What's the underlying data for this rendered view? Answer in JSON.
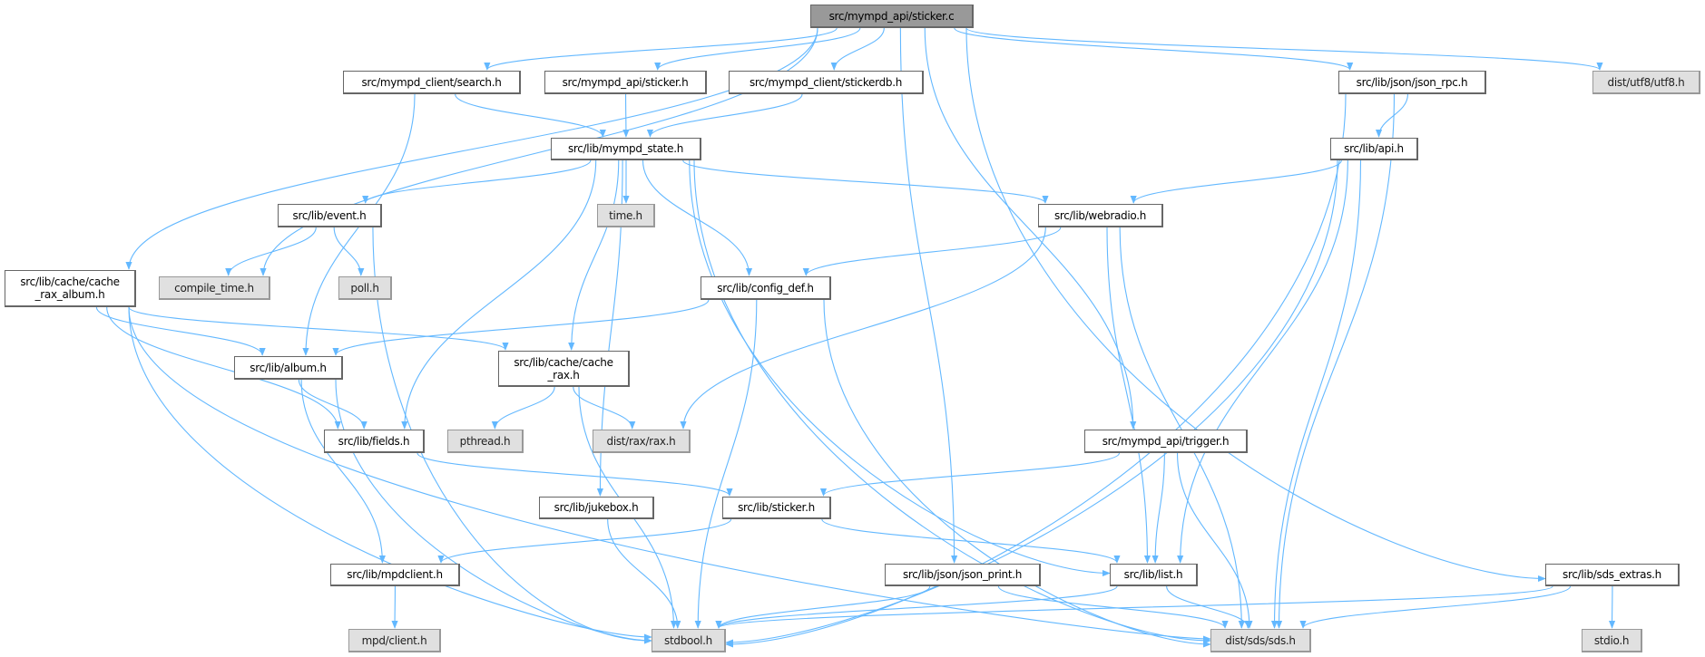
{
  "title": "src/mympd_api/sticker.c",
  "colors": {
    "edge": "#63b8ff",
    "root_fill": "#999999",
    "external_fill": "#e0e0e0",
    "node_fill": "#ffffff",
    "border": "#666666"
  },
  "nodes": {
    "sticker_c": {
      "label": "src/mympd_api/sticker.c",
      "kind": "root"
    },
    "search_h": {
      "label": "src/mympd_client/search.h",
      "kind": "local"
    },
    "api_sticker_h": {
      "label": "src/mympd_api/sticker.h",
      "kind": "local"
    },
    "stickerdb_h": {
      "label": "src/mympd_client/stickerdb.h",
      "kind": "local"
    },
    "json_rpc_h": {
      "label": "src/lib/json/json_rpc.h",
      "kind": "local"
    },
    "utf8_h": {
      "label": "dist/utf8/utf8.h",
      "kind": "external"
    },
    "mympd_state_h": {
      "label": "src/lib/mympd_state.h",
      "kind": "local"
    },
    "api_h": {
      "label": "src/lib/api.h",
      "kind": "local"
    },
    "event_h": {
      "label": "src/lib/event.h",
      "kind": "local"
    },
    "time_h": {
      "label": "time.h",
      "kind": "external"
    },
    "webradio_h": {
      "label": "src/lib/webradio.h",
      "kind": "local"
    },
    "cache_rax_album_h": {
      "label": "src/lib/cache/cache\n_rax_album.h",
      "kind": "local"
    },
    "compile_time_h": {
      "label": "compile_time.h",
      "kind": "external"
    },
    "poll_h": {
      "label": "poll.h",
      "kind": "external"
    },
    "config_def_h": {
      "label": "src/lib/config_def.h",
      "kind": "local"
    },
    "album_h": {
      "label": "src/lib/album.h",
      "kind": "local"
    },
    "cache_rax_h": {
      "label": "src/lib/cache/cache\n_rax.h",
      "kind": "local"
    },
    "fields_h": {
      "label": "src/lib/fields.h",
      "kind": "local"
    },
    "pthread_h": {
      "label": "pthread.h",
      "kind": "external"
    },
    "rax_h": {
      "label": "dist/rax/rax.h",
      "kind": "external"
    },
    "trigger_h": {
      "label": "src/mympd_api/trigger.h",
      "kind": "local"
    },
    "jukebox_h": {
      "label": "src/lib/jukebox.h",
      "kind": "local"
    },
    "lib_sticker_h": {
      "label": "src/lib/sticker.h",
      "kind": "local"
    },
    "mpdclient_h": {
      "label": "src/lib/mpdclient.h",
      "kind": "local"
    },
    "json_print_h": {
      "label": "src/lib/json/json_print.h",
      "kind": "local"
    },
    "list_h": {
      "label": "src/lib/list.h",
      "kind": "local"
    },
    "sds_extras_h": {
      "label": "src/lib/sds_extras.h",
      "kind": "local"
    },
    "client_h": {
      "label": "mpd/client.h",
      "kind": "external"
    },
    "stdbool_h": {
      "label": "stdbool.h",
      "kind": "external"
    },
    "sds_h": {
      "label": "dist/sds/sds.h",
      "kind": "external"
    },
    "stdio_h": {
      "label": "stdio.h",
      "kind": "external"
    }
  },
  "edges": [
    [
      "sticker_c",
      "cache_rax_album_h"
    ],
    [
      "sticker_c",
      "compile_time_h"
    ],
    [
      "sticker_c",
      "search_h"
    ],
    [
      "sticker_c",
      "api_sticker_h"
    ],
    [
      "sticker_c",
      "stickerdb_h"
    ],
    [
      "sticker_c",
      "json_print_h"
    ],
    [
      "sticker_c",
      "trigger_h"
    ],
    [
      "sticker_c",
      "json_rpc_h"
    ],
    [
      "sticker_c",
      "utf8_h"
    ],
    [
      "sticker_c",
      "sds_extras_h"
    ],
    [
      "search_h",
      "mympd_state_h"
    ],
    [
      "search_h",
      "album_h"
    ],
    [
      "api_sticker_h",
      "mympd_state_h"
    ],
    [
      "stickerdb_h",
      "mympd_state_h"
    ],
    [
      "mympd_state_h",
      "event_h"
    ],
    [
      "mympd_state_h",
      "time_h"
    ],
    [
      "mympd_state_h",
      "webradio_h"
    ],
    [
      "mympd_state_h",
      "config_def_h"
    ],
    [
      "mympd_state_h",
      "cache_rax_h"
    ],
    [
      "mympd_state_h",
      "fields_h"
    ],
    [
      "mympd_state_h",
      "jukebox_h"
    ],
    [
      "mympd_state_h",
      "list_h"
    ],
    [
      "mympd_state_h",
      "sds_h"
    ],
    [
      "json_rpc_h",
      "api_h"
    ],
    [
      "json_rpc_h",
      "stdbool_h"
    ],
    [
      "json_rpc_h",
      "sds_h"
    ],
    [
      "api_h",
      "webradio_h"
    ],
    [
      "api_h",
      "list_h"
    ],
    [
      "api_h",
      "stdbool_h"
    ],
    [
      "api_h",
      "sds_h"
    ],
    [
      "event_h",
      "compile_time_h"
    ],
    [
      "event_h",
      "poll_h"
    ],
    [
      "event_h",
      "stdbool_h"
    ],
    [
      "webradio_h",
      "config_def_h"
    ],
    [
      "webradio_h",
      "rax_h"
    ],
    [
      "webradio_h",
      "list_h"
    ],
    [
      "webradio_h",
      "sds_h"
    ],
    [
      "cache_rax_album_h",
      "album_h"
    ],
    [
      "cache_rax_album_h",
      "cache_rax_h"
    ],
    [
      "cache_rax_album_h",
      "fields_h"
    ],
    [
      "cache_rax_album_h",
      "stdbool_h"
    ],
    [
      "cache_rax_album_h",
      "sds_h"
    ],
    [
      "config_def_h",
      "album_h"
    ],
    [
      "config_def_h",
      "stdbool_h"
    ],
    [
      "config_def_h",
      "sds_h"
    ],
    [
      "album_h",
      "fields_h"
    ],
    [
      "album_h",
      "mpdclient_h"
    ],
    [
      "album_h",
      "stdbool_h"
    ],
    [
      "cache_rax_h",
      "pthread_h"
    ],
    [
      "cache_rax_h",
      "rax_h"
    ],
    [
      "cache_rax_h",
      "stdbool_h"
    ],
    [
      "fields_h",
      "lib_sticker_h"
    ],
    [
      "trigger_h",
      "lib_sticker_h"
    ],
    [
      "trigger_h",
      "list_h"
    ],
    [
      "trigger_h",
      "sds_h"
    ],
    [
      "jukebox_h",
      "stdbool_h"
    ],
    [
      "lib_sticker_h",
      "mpdclient_h"
    ],
    [
      "lib_sticker_h",
      "list_h"
    ],
    [
      "mpdclient_h",
      "client_h"
    ],
    [
      "json_print_h",
      "stdbool_h"
    ],
    [
      "json_print_h",
      "sds_h"
    ],
    [
      "list_h",
      "stdbool_h"
    ],
    [
      "list_h",
      "sds_h"
    ],
    [
      "sds_extras_h",
      "stdbool_h"
    ],
    [
      "sds_extras_h",
      "sds_h"
    ],
    [
      "sds_extras_h",
      "stdio_h"
    ]
  ]
}
